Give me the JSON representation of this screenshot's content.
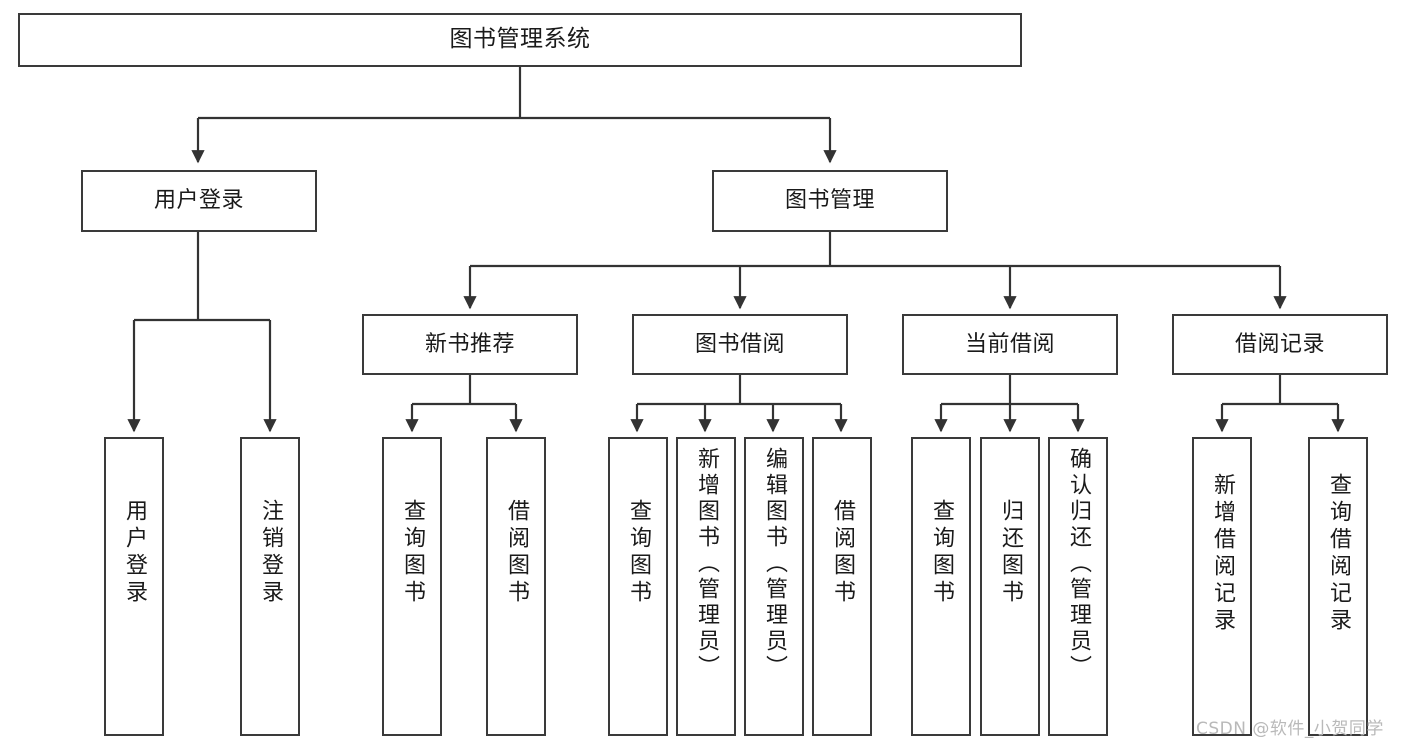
{
  "diagram": {
    "type": "tree",
    "title": "图书管理系统",
    "orientation": "top-down",
    "colors": {
      "box_border": "#3a3a3a",
      "box_fill": "#ffffff",
      "connector": "#333333",
      "text": "#1a1a1a",
      "watermark": "#b9b9b9"
    }
  },
  "nodes": {
    "root": {
      "label": "图书管理系统"
    },
    "level2": [
      {
        "id": "user-login",
        "label": "用户登录"
      },
      {
        "id": "book-manage",
        "label": "图书管理"
      }
    ],
    "level3": [
      {
        "id": "new-book-recommend",
        "label": "新书推荐"
      },
      {
        "id": "book-borrow",
        "label": "图书借阅"
      },
      {
        "id": "current-borrow",
        "label": "当前借阅"
      },
      {
        "id": "borrow-record",
        "label": "借阅记录"
      }
    ],
    "leaves": {
      "user_login": [
        {
          "id": "leaf-user-login",
          "label": "用户登录"
        },
        {
          "id": "leaf-logout",
          "label": "注销登录"
        }
      ],
      "new_book_recommend": [
        {
          "id": "leaf-query-book-1",
          "label": "查询图书"
        },
        {
          "id": "leaf-borrow-book-1",
          "label": "借阅图书"
        }
      ],
      "book_borrow": [
        {
          "id": "leaf-query-book-2",
          "label": "查询图书"
        },
        {
          "id": "leaf-add-book",
          "label": "新增图书（管理员）"
        },
        {
          "id": "leaf-edit-book",
          "label": "编辑图书（管理员）"
        },
        {
          "id": "leaf-borrow-book-2",
          "label": "借阅图书"
        }
      ],
      "current_borrow": [
        {
          "id": "leaf-query-book-3",
          "label": "查询图书"
        },
        {
          "id": "leaf-return-book",
          "label": "归还图书"
        },
        {
          "id": "leaf-confirm-return",
          "label": "确认归还（管理员）"
        }
      ],
      "borrow_record": [
        {
          "id": "leaf-add-record",
          "label": "新增借阅记录"
        },
        {
          "id": "leaf-query-record",
          "label": "查询借阅记录"
        }
      ]
    }
  },
  "watermark": {
    "text": "CSDN @软件_小贺同学"
  }
}
